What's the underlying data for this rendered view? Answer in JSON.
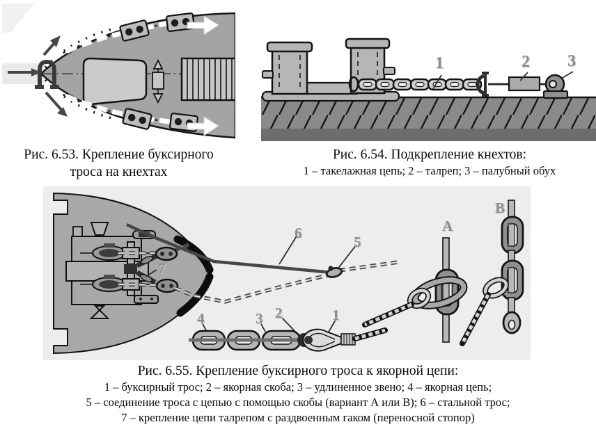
{
  "fig653": {
    "caption_line1": "Рис. 6.53. Крепление буксирного",
    "caption_line2": "троса на кнехтах"
  },
  "fig654": {
    "caption_line1": "Рис. 6.54. Подкрепление кнехтов:",
    "caption_line2": "1 – такелажная цепь; 2 – талреп; 3 – палубный обух",
    "label_1": "1",
    "label_2": "2",
    "label_3": "3"
  },
  "fig655": {
    "caption_line1": "Рис. 6.55. Крепление буксирного троса к якорной цепи:",
    "caption_line2": "1 – буксирный трос; 2 – якорная скоба; 3 – удлиненное звено; 4 – якорная цепь;",
    "caption_line3": "5 – соединение троса с цепью с помощью скобы (вариант А или В); 6 – стальной трос;",
    "caption_line4": "7 – крепление цепи талрепом с раздвоенным гаком (переносной стопор)",
    "label_1": "1",
    "label_2": "2",
    "label_3": "3",
    "label_4": "4",
    "label_5": "5",
    "label_6": "6",
    "label_7": "7",
    "variant_a": "А",
    "variant_b": "В"
  },
  "colors": {
    "page_bg": "#ffffff",
    "panel_bg": "#ededed",
    "deck_gray": "#a6a6a6",
    "hatch_gray": "#cbcbcb",
    "label_gray": "#8d8d8d",
    "ink": "#141414"
  }
}
